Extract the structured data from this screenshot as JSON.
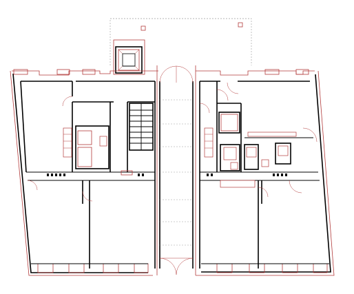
{
  "drawing": {
    "type": "architectural-floor-plan",
    "line_colors": {
      "existing_walls": "#000000",
      "proposed_changes": "#b23a3a",
      "hidden_lines": "#9a9a9a"
    },
    "elements": [
      "left-apartment",
      "right-apartment",
      "central-corridor",
      "stair-core",
      "elevator-shaft",
      "courtyard-outline"
    ]
  }
}
